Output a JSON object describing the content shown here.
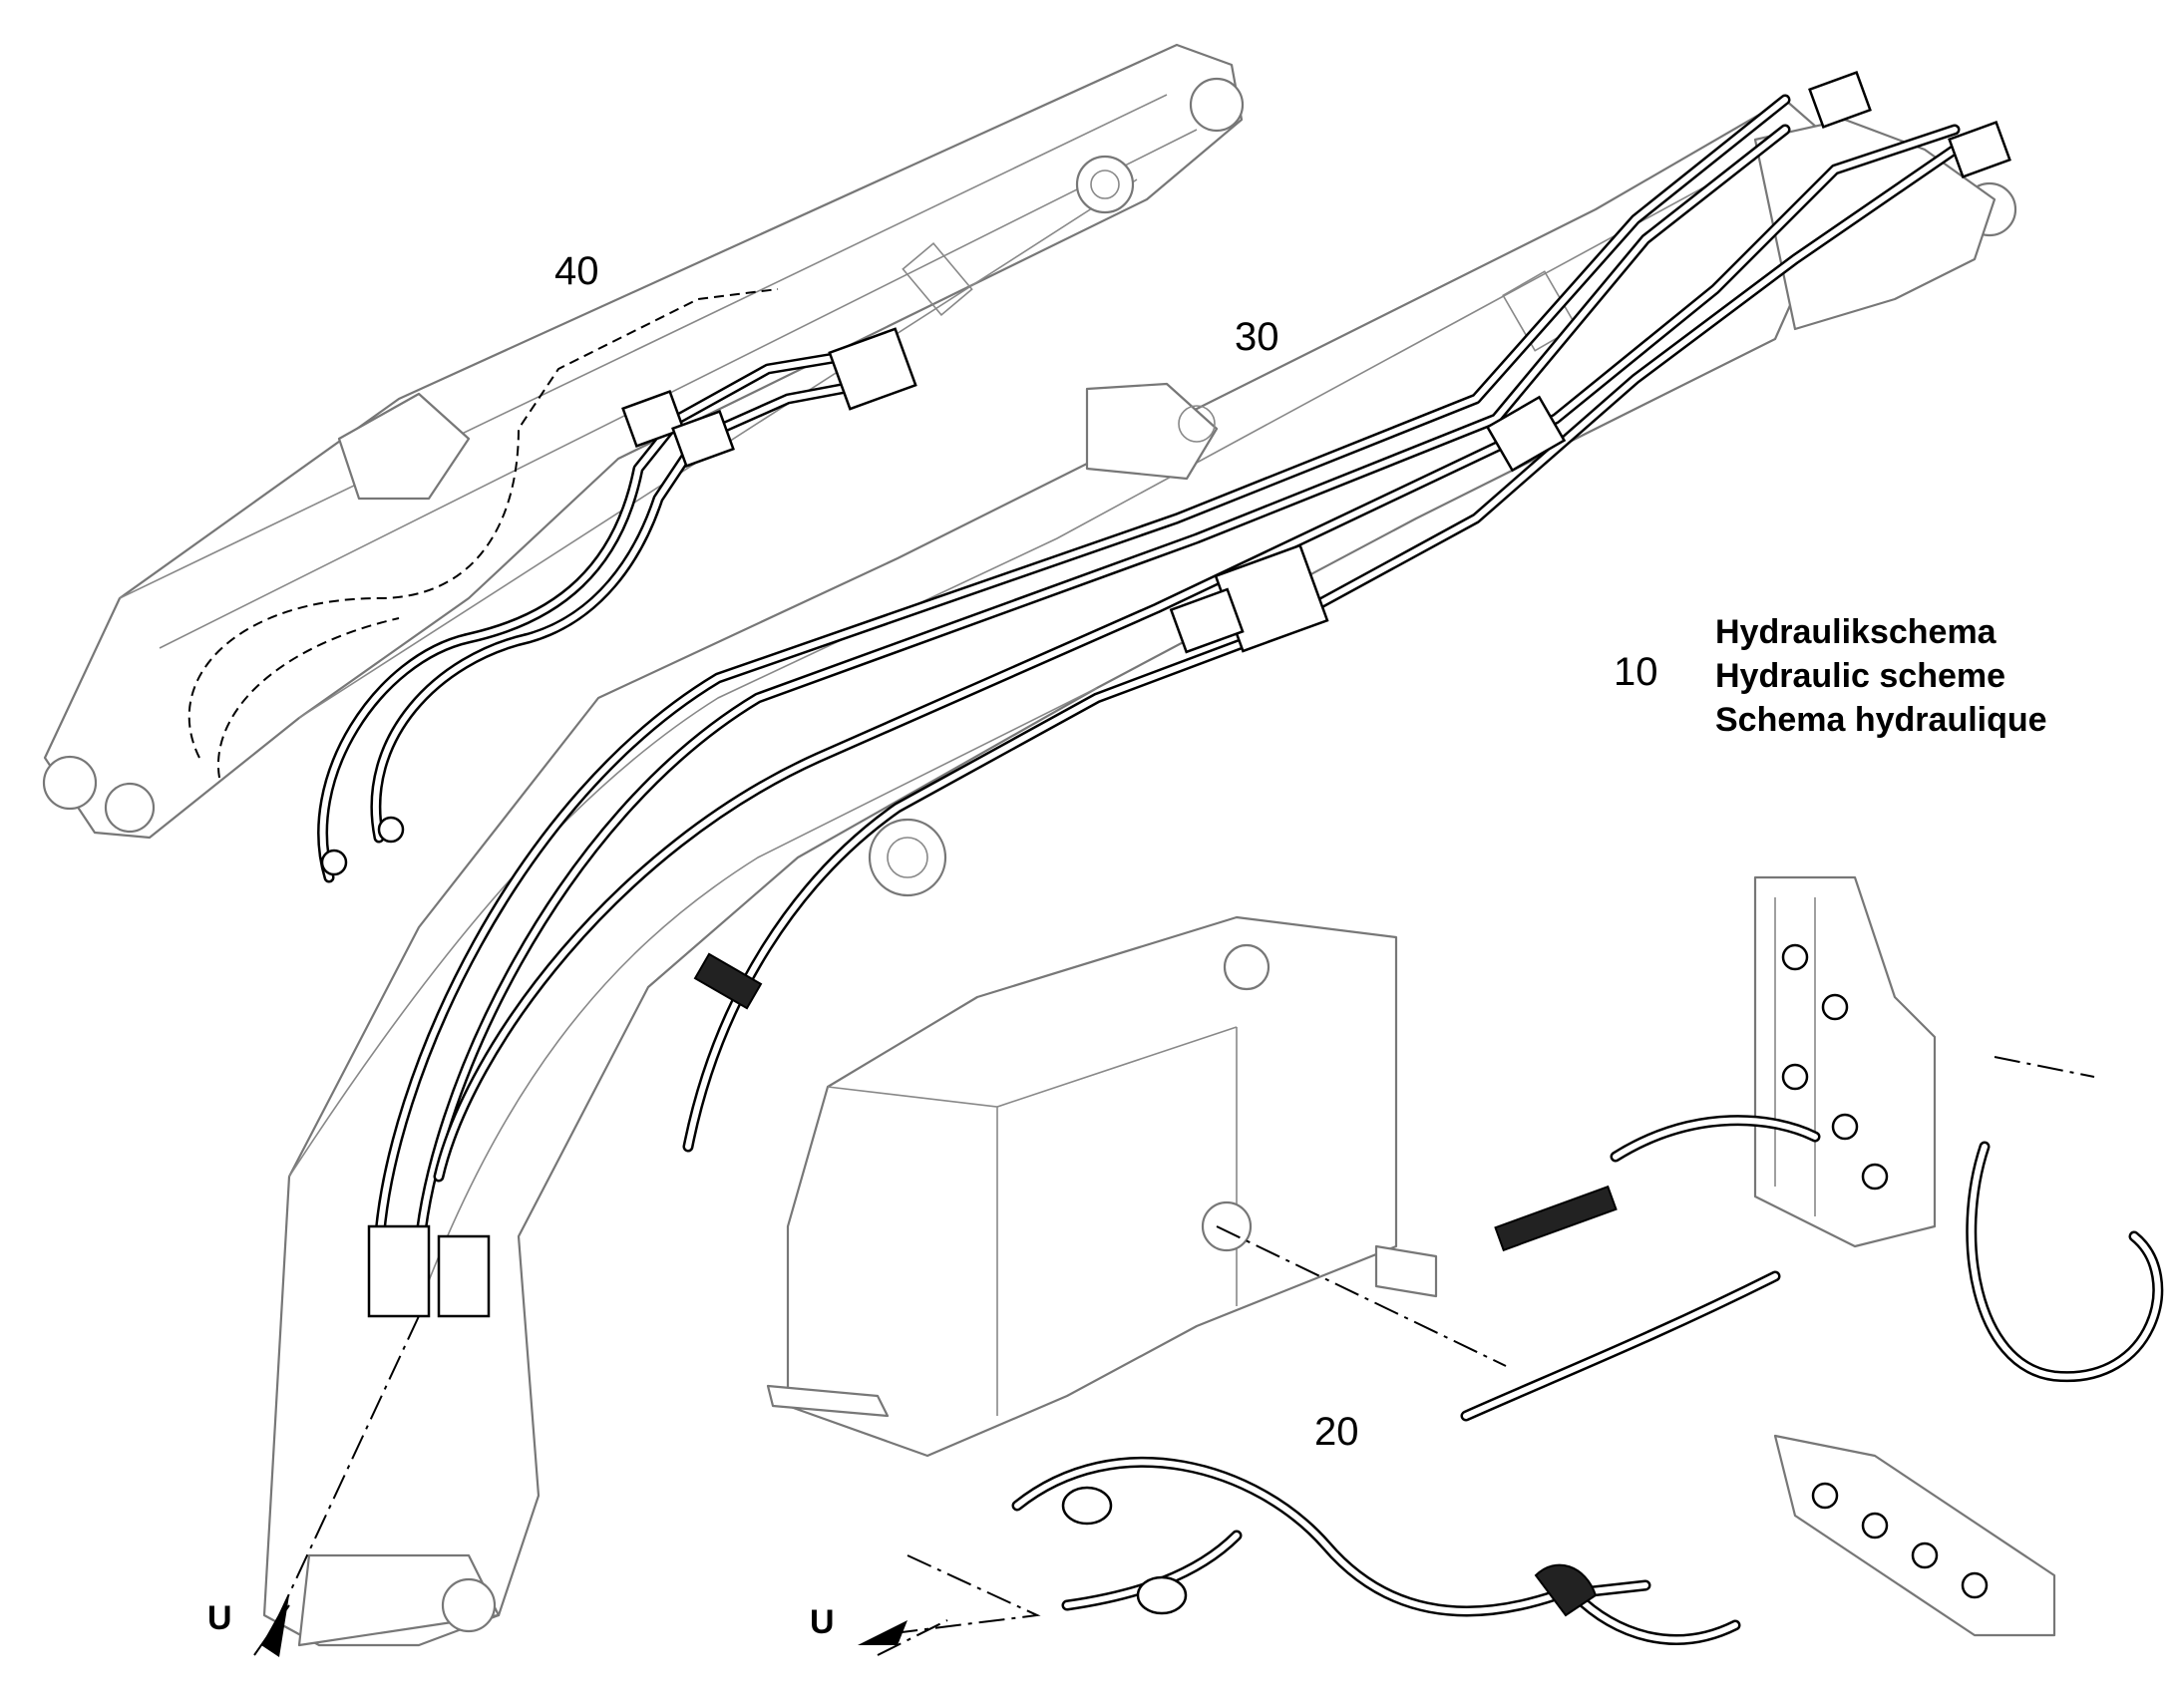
{
  "callouts": {
    "c40": "40",
    "c30": "30",
    "c20": "20",
    "c10": "10"
  },
  "legend": {
    "line_de": "Hydraulikschema",
    "line_en": "Hydraulic scheme",
    "line_fr": "Schema hydraulique"
  },
  "arrows": {
    "left": "U",
    "right": "U"
  }
}
